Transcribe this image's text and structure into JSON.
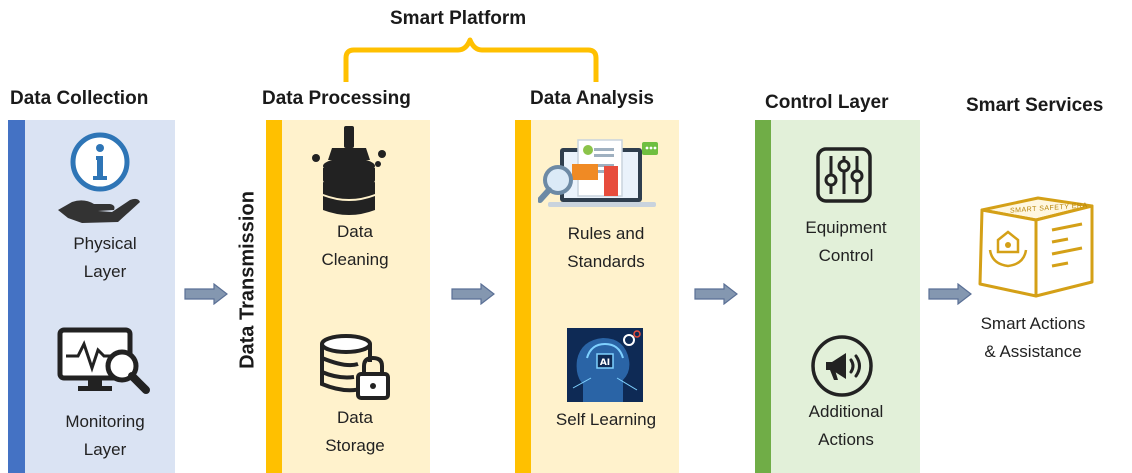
{
  "platform_label": "Smart Platform",
  "columns": {
    "collection": {
      "title": "Data Collection",
      "items": [
        {
          "label": "Physical\nLayer",
          "icon": "info-hand-icon"
        },
        {
          "label": "Monitoring\nLayer",
          "icon": "monitor-magnifier-icon"
        }
      ]
    },
    "transmission": {
      "title": "Data Transmission"
    },
    "processing": {
      "title": "Data Processing",
      "items": [
        {
          "label": "Data\nCleaning",
          "icon": "database-broom-icon"
        },
        {
          "label": "Data\nStorage",
          "icon": "database-lock-icon"
        }
      ]
    },
    "analysis": {
      "title": "Data Analysis",
      "items": [
        {
          "label": "Rules and\nStandards",
          "icon": "document-analysis-icon"
        },
        {
          "label": "Self Learning",
          "icon": "ai-head-icon"
        }
      ]
    },
    "control": {
      "title": "Control Layer",
      "items": [
        {
          "label": "Equipment\nControl",
          "icon": "sliders-icon"
        },
        {
          "label": "Additional\nActions",
          "icon": "megaphone-icon"
        }
      ]
    },
    "services": {
      "title": "Smart Services",
      "items": [
        {
          "label": "Smart Actions\n& Assistance",
          "icon": "smart-box-icon",
          "box_text": "SMART SAFETY ERA"
        }
      ]
    }
  },
  "colors": {
    "collection_bg": "#dae3f3",
    "collection_bar": "#4472c4",
    "processing_bg": "#fff2cc",
    "processing_bar": "#ffc000",
    "control_bg": "#e2f0d9",
    "control_bar": "#70ad47",
    "brace": "#ffc000",
    "arrow": "#8497b0",
    "gold": "#d4a017"
  }
}
